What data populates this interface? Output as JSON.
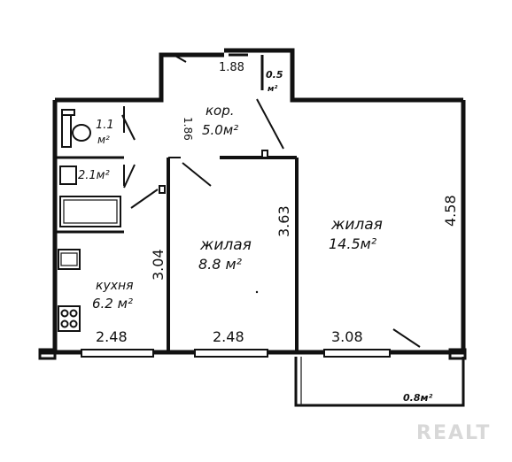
{
  "rooms": {
    "corridor": {
      "name": "кор.",
      "area": "5.0м²"
    },
    "room_small": {
      "name": "жилая",
      "area": "8.8 м²"
    },
    "room_large": {
      "name": "жилая",
      "area": "14.5м²"
    },
    "kitchen": {
      "name": "кухня",
      "area": "6.2 м²"
    },
    "toilet": {
      "area_num": "1.1",
      "area_unit": "м²"
    },
    "bath": {
      "area": "2.1м²"
    },
    "closet": {
      "area_num": "0.5",
      "area_unit": "м²"
    },
    "balcony": {
      "area": "0.8м²"
    }
  },
  "dimensions": {
    "corridor_top": "1.88",
    "corridor_side": "1.86",
    "kitchen_height": "3.04",
    "small_room_height": "3.63",
    "large_room_height": "4.58",
    "kitchen_width": "2.48",
    "small_room_width": "2.48",
    "large_room_width": "3.08"
  },
  "watermark": "REALT"
}
